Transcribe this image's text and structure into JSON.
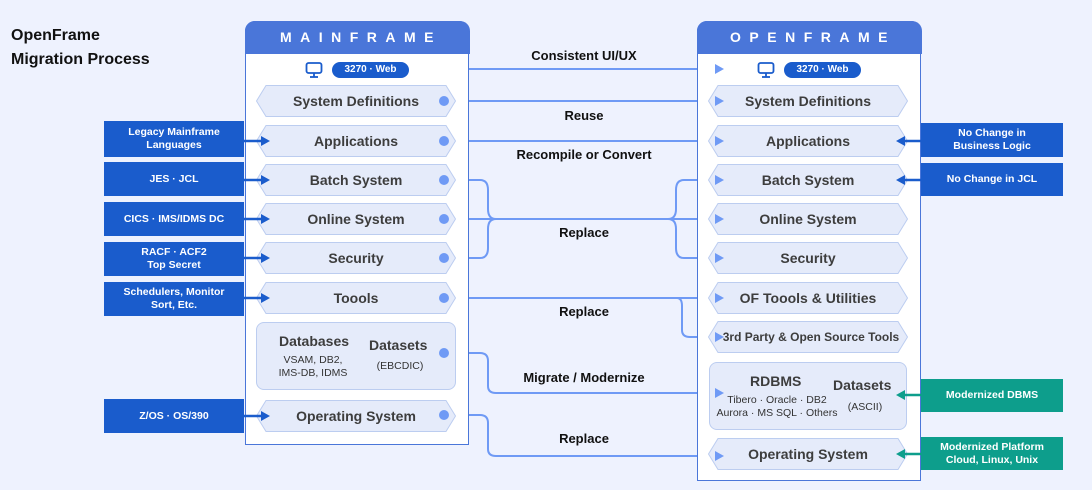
{
  "title": {
    "line1": "OpenFrame",
    "line2": "Migration Process"
  },
  "mainframe": {
    "header": "MAINFRAME",
    "ui_badge": "3270 · Web",
    "icon": "monitor-icon",
    "items": [
      {
        "label": "System Definitions"
      },
      {
        "label": "Applications"
      },
      {
        "label": "Batch System"
      },
      {
        "label": "Online System"
      },
      {
        "label": "Security"
      },
      {
        "label": "Toools"
      },
      {
        "label": "Operating System"
      }
    ],
    "data_block": {
      "databases_title": "Databases",
      "databases_sub1": "VSAM, DB2,",
      "databases_sub2": "IMS-DB, IDMS",
      "datasets_title": "Datasets",
      "datasets_sub": "(EBCDIC)"
    }
  },
  "openframe": {
    "header": "OPENFRAME",
    "ui_badge": "3270 · Web",
    "icon": "monitor-icon",
    "items": [
      {
        "label": "System Definitions"
      },
      {
        "label": "Applications"
      },
      {
        "label": "Batch System"
      },
      {
        "label": "Online System"
      },
      {
        "label": "Security"
      },
      {
        "label": "OF Toools & Utilities"
      },
      {
        "label": "3rd Party & Open Source Tools"
      },
      {
        "label": "Operating System"
      }
    ],
    "data_block": {
      "rdbms_title": "RDBMS",
      "rdbms_sub1": "Tibero · Oracle · DB2",
      "rdbms_sub2": "Aurora · MS SQL · Others",
      "datasets_title": "Datasets",
      "datasets_sub": "(ASCII)"
    }
  },
  "left_inputs": [
    {
      "line1": "Legacy Mainframe",
      "line2": "Languages"
    },
    {
      "line1": "JES · JCL",
      "line2": ""
    },
    {
      "line1": "CICS · IMS/IDMS DC",
      "line2": ""
    },
    {
      "line1": "RACF · ACF2",
      "line2": "Top Secret"
    },
    {
      "line1": "Schedulers, Monitor",
      "line2": "Sort, Etc."
    },
    {
      "line1": "Z/OS · OS/390",
      "line2": ""
    }
  ],
  "right_inputs": [
    {
      "line1": "No Change in",
      "line2": "Business Logic",
      "color": "#1a5ccc"
    },
    {
      "line1": "No Change in JCL",
      "line2": "",
      "color": "#1a5ccc"
    },
    {
      "line1": "Modernized DBMS",
      "line2": "",
      "color": "#0d9e8c"
    },
    {
      "line1": "Modernized Platform",
      "line2": "Cloud, Linux, Unix",
      "color": "#0d9e8c"
    }
  ],
  "flows": [
    {
      "label": "Consistent UI/UX"
    },
    {
      "label": "Reuse"
    },
    {
      "label": "Recompile or Convert"
    },
    {
      "label": "Replace"
    },
    {
      "label": "Replace"
    },
    {
      "label": "Migrate / Modernize"
    },
    {
      "label": "Replace"
    }
  ],
  "colors": {
    "panel_accent": "#4a76d9",
    "wire": "#6f9af5",
    "input_blue": "#1a5ccc",
    "input_teal": "#0d9e8c",
    "background": "#eef2fe",
    "item_fill": "#e5ebfa"
  }
}
